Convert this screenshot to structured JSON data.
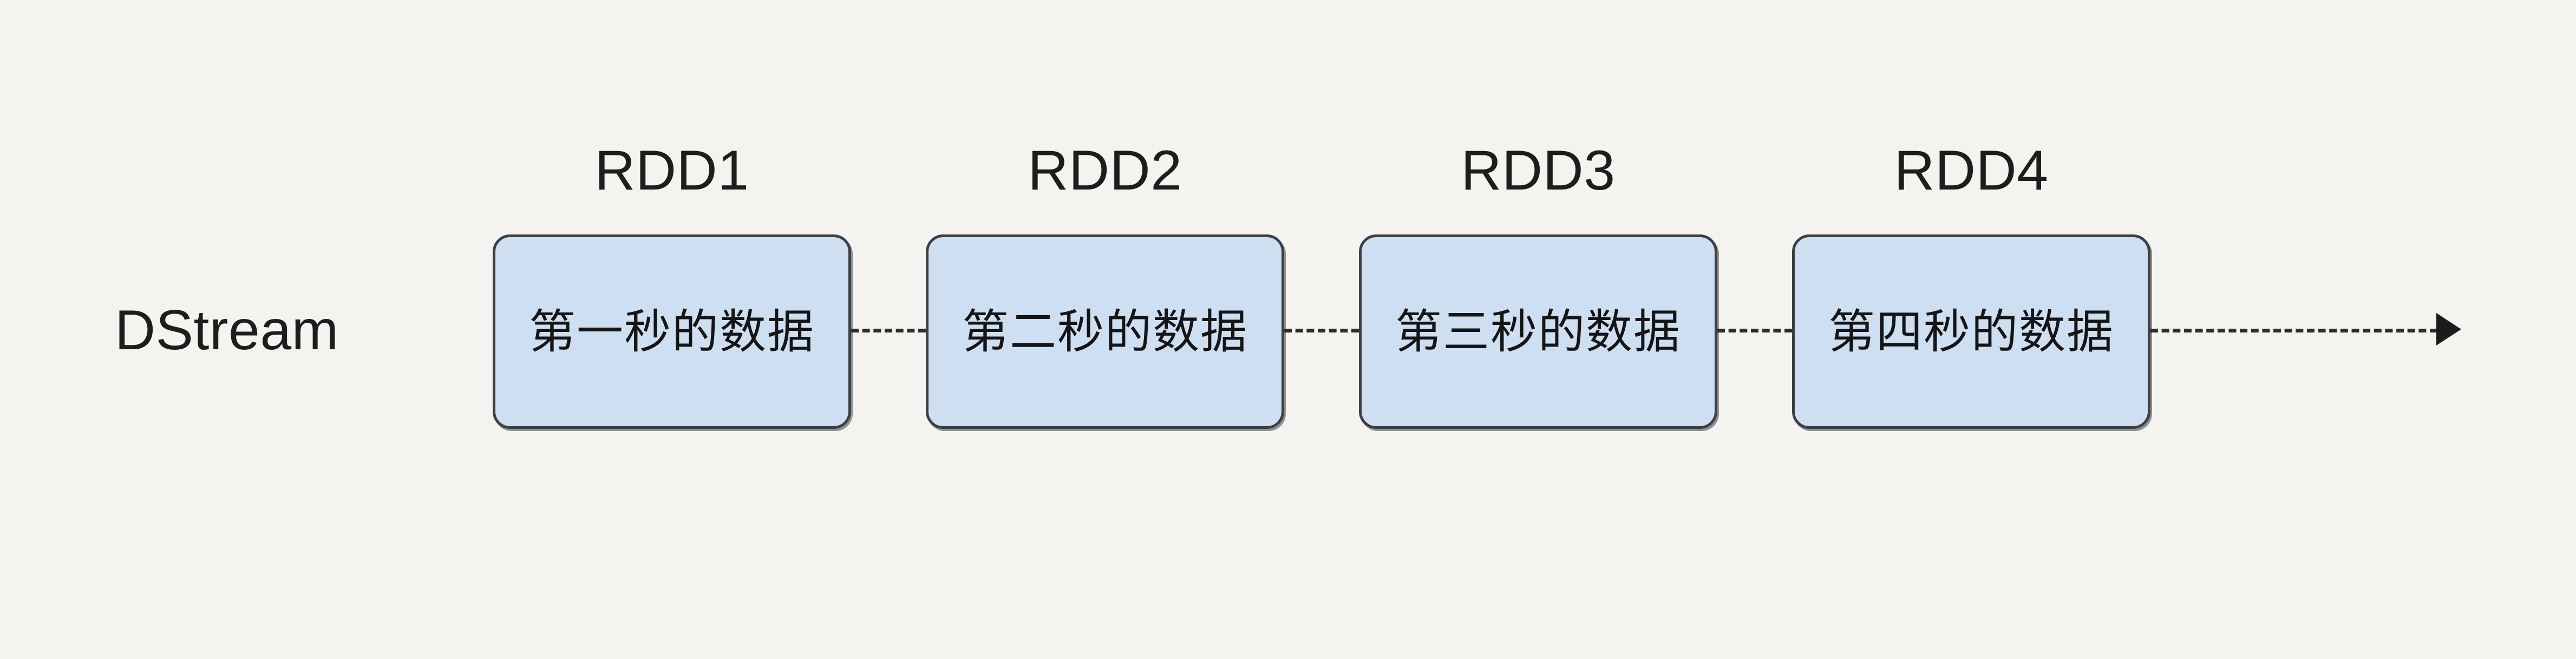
{
  "diagram": {
    "title": "DStream RDD sequence",
    "background_color": "#f4f3ef",
    "row_label": "DStream",
    "box_fill_color": "#cfdff2",
    "box_border_color": "#3c4045",
    "connector_color": "#2c2c2c",
    "nodes": [
      {
        "caption": "RDD1",
        "label": "第一秒的数据"
      },
      {
        "caption": "RDD2",
        "label": "第二秒的数据"
      },
      {
        "caption": "RDD3",
        "label": "第三秒的数据"
      },
      {
        "caption": "RDD4",
        "label": "第四秒的数据"
      }
    ],
    "connectors": [
      {
        "from": "RDD1",
        "to": "RDD2",
        "style": "dashed",
        "arrowhead": "none"
      },
      {
        "from": "RDD2",
        "to": "RDD3",
        "style": "dashed",
        "arrowhead": "none"
      },
      {
        "from": "RDD3",
        "to": "RDD4",
        "style": "dashed",
        "arrowhead": "none"
      },
      {
        "from": "RDD4",
        "to": "",
        "style": "dashed",
        "arrowhead": "triangle"
      }
    ]
  }
}
